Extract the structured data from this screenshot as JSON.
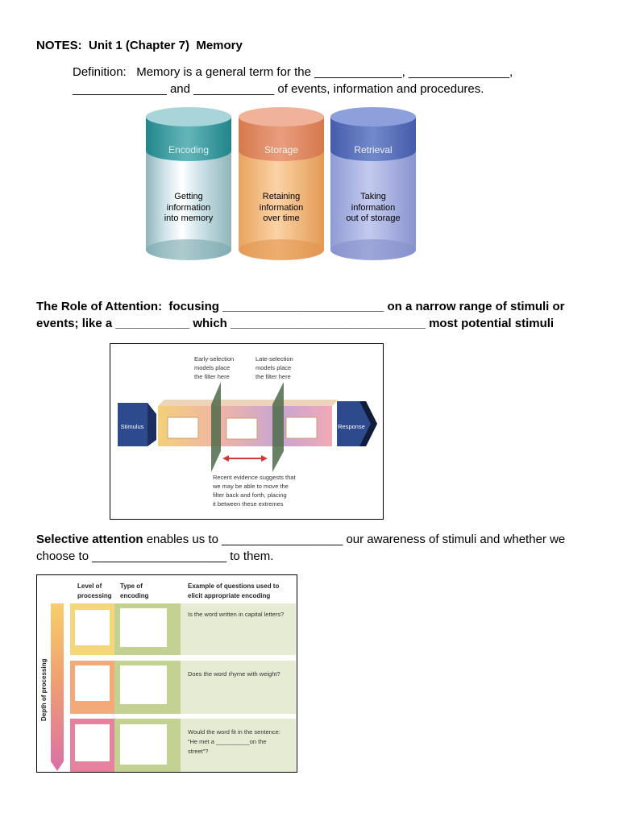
{
  "heading": "NOTES:  Unit 1 (Chapter 7)  Memory",
  "definition": {
    "line1": "Definition:   Memory is a general term for the _____________, _______________,",
    "line2": "______________ and ____________ of events, information and procedures."
  },
  "memory_figure": {
    "cylinders": [
      {
        "title": "Encoding",
        "desc": [
          "Getting",
          "information",
          "into memory"
        ]
      },
      {
        "title": "Storage",
        "desc": [
          "Retaining",
          "information",
          "over time"
        ]
      },
      {
        "title": "Retrieval",
        "desc": [
          "Taking",
          "information",
          "out of storage"
        ]
      }
    ]
  },
  "attention": {
    "line1_bold": "The Role of Attention:  focusing ________________________ on a narrow range of stimuli or",
    "line2_bold": "events; like a ___________ which _____________________________ most potential stimuli"
  },
  "filter_figure": {
    "early_label": [
      "Early-selection",
      "models place",
      "the filter here"
    ],
    "late_label": [
      "Late-selection",
      "models place",
      "the filter here"
    ],
    "stimulus": "Stimulus",
    "response": "Response",
    "recent_label": [
      "Recent evidence suggests that",
      "we may be able to move the",
      "filter back and forth, placing",
      "it between these extremes"
    ]
  },
  "selective": {
    "term": "Selective attention",
    "line1_rest": " enables us to __________________ our awareness of stimuli and whether we",
    "line2": "choose to ____________________ to them."
  },
  "depth_figure": {
    "header_level": [
      "Level of",
      "processing"
    ],
    "header_type": [
      "Type of",
      "encoding"
    ],
    "header_example": [
      "Example of questions used to",
      "elicit appropriate encoding"
    ],
    "axis_label": "Depth of processing",
    "rows": [
      {
        "question": [
          "Is the word written in capital letters?"
        ]
      },
      {
        "question": [
          "Does the word rhyme with weight?"
        ]
      },
      {
        "question": [
          "Would the word fit in the sentence:",
          "“He met a __________on the",
          "street”?"
        ]
      }
    ]
  }
}
